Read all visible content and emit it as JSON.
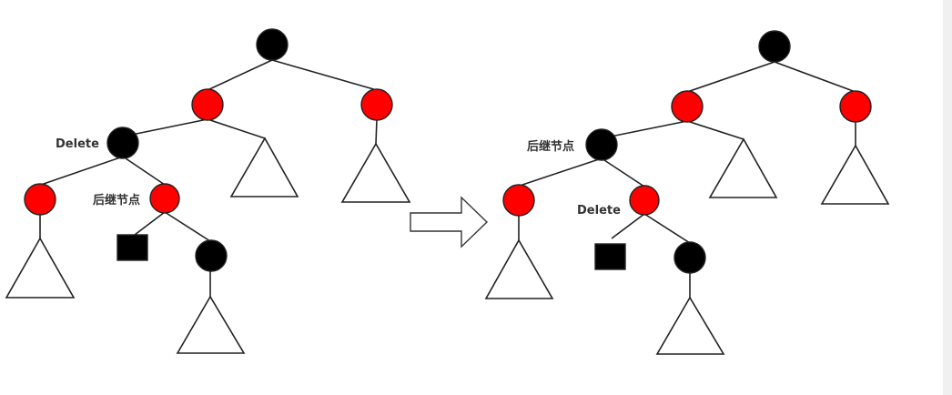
{
  "colors": {
    "red": "#ff0000",
    "black": "#000000",
    "line": "#222222"
  },
  "diagrams": [
    {
      "id": "before",
      "labels": {
        "delete": "Delete",
        "successor": "后继节点"
      }
    },
    {
      "id": "after",
      "labels": {
        "delete": "Delete",
        "successor": "后继节点"
      }
    }
  ]
}
